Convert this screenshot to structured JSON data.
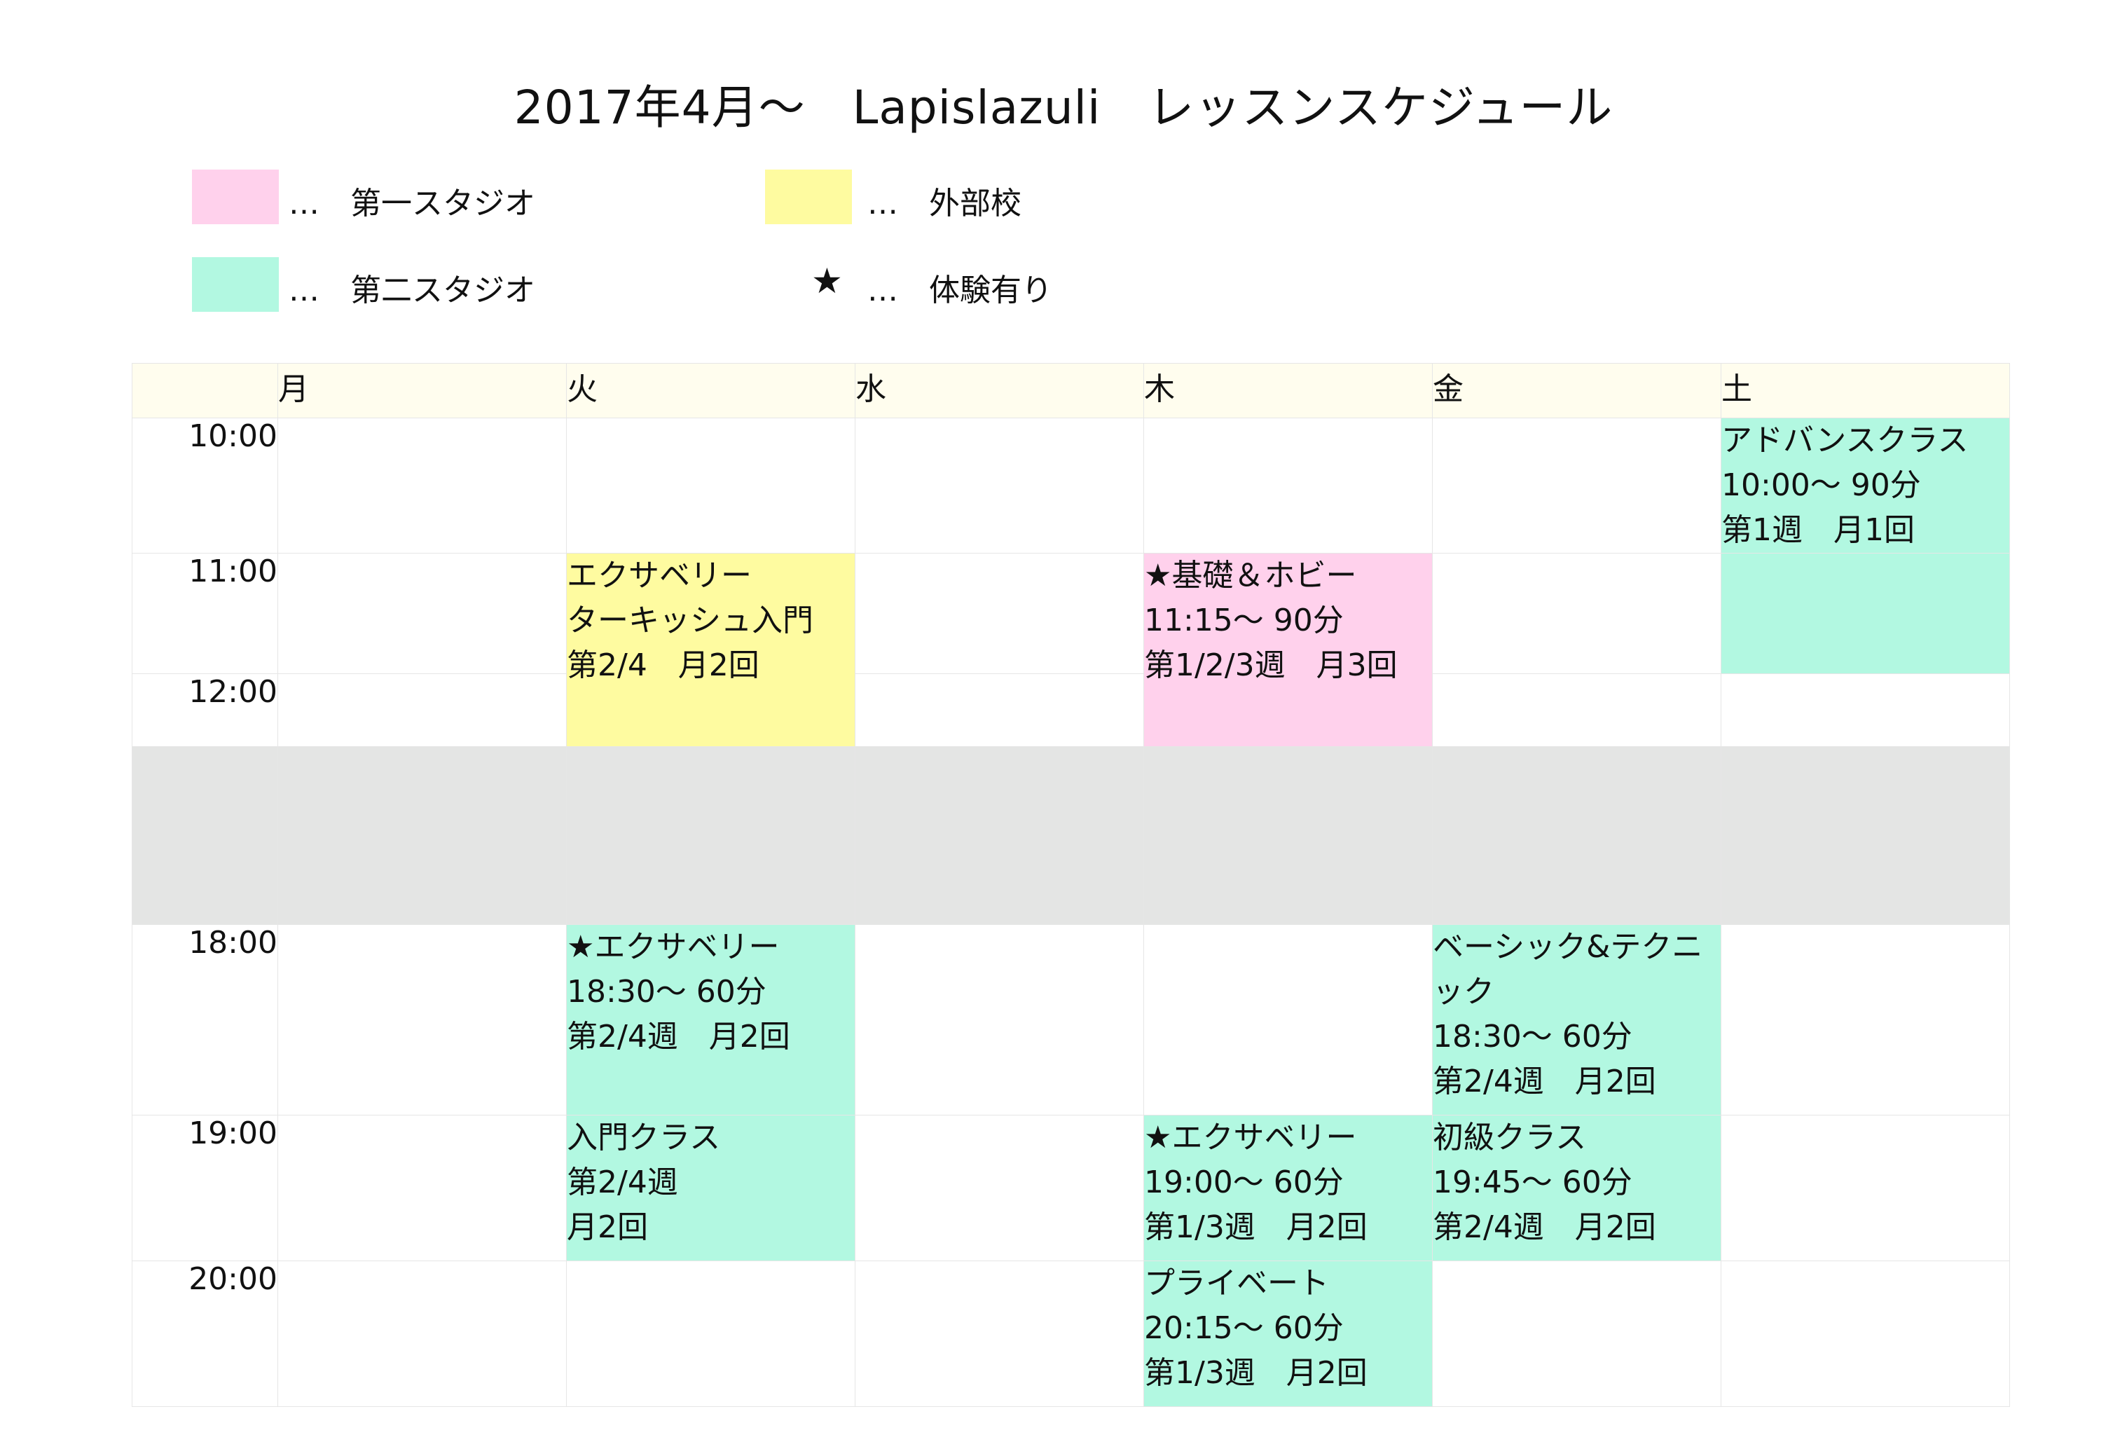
{
  "title": "2017年4月～　Lapislazuli　レッスンスケジュール",
  "colors": {
    "studio1": "#ffd1ec",
    "outside": "#fefba0",
    "studio2": "#b2f8e1",
    "header": "#fffdee",
    "break": "#e4e5e4"
  },
  "legend": {
    "studio1": "…　第一スタジオ",
    "outside": "…　外部校",
    "studio2": "…　第二スタジオ",
    "trial_icon": "★",
    "trial": "…　体験有り"
  },
  "days": [
    "月",
    "火",
    "水",
    "木",
    "金",
    "土"
  ],
  "times": {
    "t10": "10:00",
    "t11": "11:00",
    "t12": "12:00",
    "t18": "18:00",
    "t19": "19:00",
    "t20": "20:00"
  },
  "events": {
    "tue_am": {
      "lines": [
        "エクサベリー",
        "ターキッシュ入門",
        "第2/4　月2回"
      ]
    },
    "thu_am": {
      "lines": [
        "★基礎＆ホビー",
        "11:15～ 90分",
        "第1/2/3週　月3回"
      ]
    },
    "sat_am": {
      "lines": [
        "アドバンスクラス",
        "10:00～ 90分",
        "第1週　月1回"
      ]
    },
    "tue_18": {
      "lines": [
        "★エクサベリー",
        "18:30～ 60分",
        "第2/4週　月2回"
      ]
    },
    "fri_18": {
      "lines": [
        "ベーシック&テクニック",
        "18:30～ 60分",
        "第2/4週　月2回"
      ]
    },
    "tue_19": {
      "lines": [
        "入門クラス",
        "第2/4週",
        "月2回"
      ]
    },
    "thu_19": {
      "lines": [
        "★エクサベリー",
        "19:00～ 60分",
        "第1/3週　月2回"
      ]
    },
    "fri_19": {
      "lines": [
        "初級クラス",
        "19:45～ 60分",
        "第2/4週　月2回"
      ]
    },
    "thu_20": {
      "lines": [
        "プライベート",
        "20:15～ 60分",
        "第1/3週　月2回"
      ]
    }
  }
}
